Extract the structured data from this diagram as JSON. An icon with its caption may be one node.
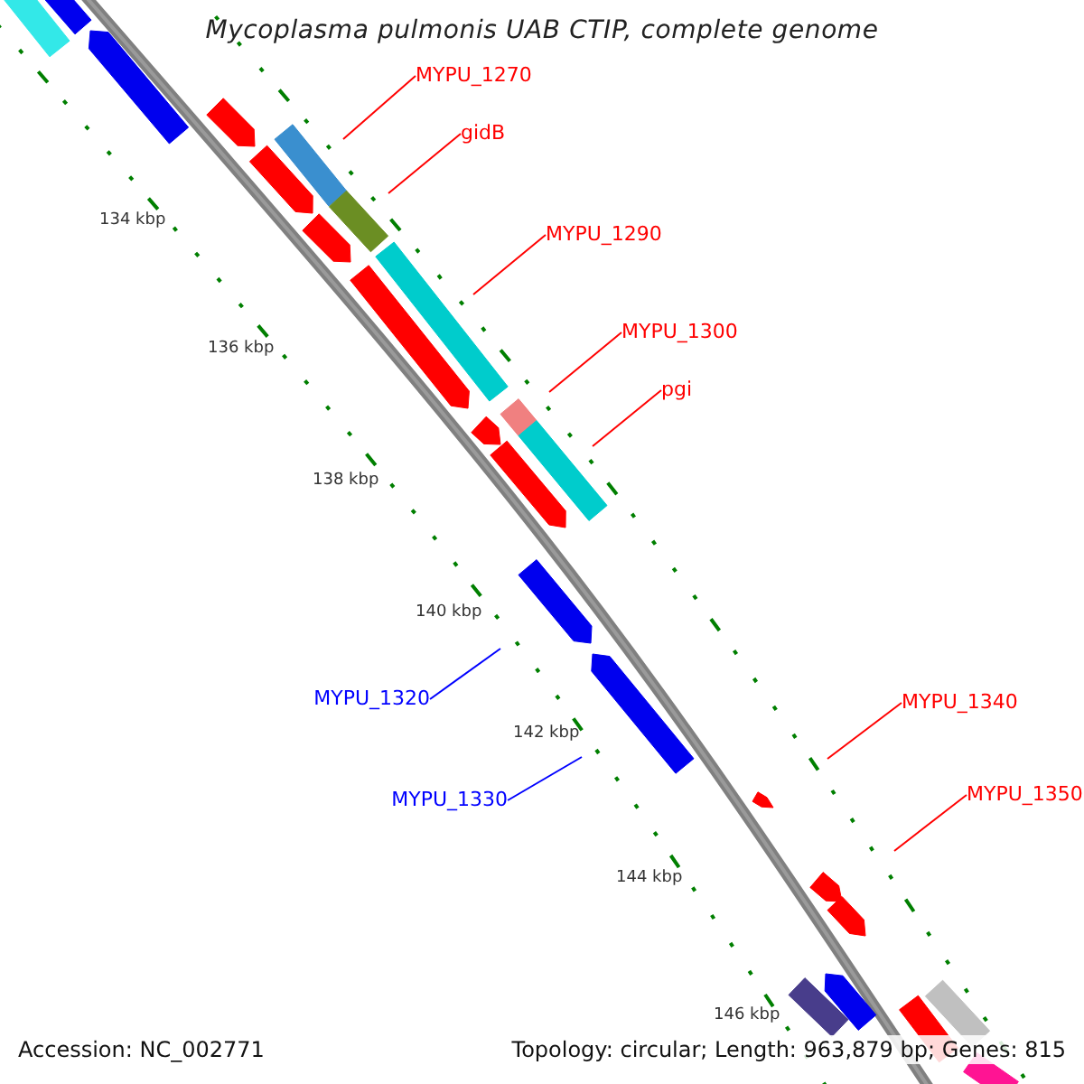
{
  "diagram": {
    "title": "Mycoplasma pulmonis UAB CTIP, complete genome",
    "nodes": [
      {
        "text": [
          "MYPU_1270"
        ]
      },
      {
        "text": [
          "gidB"
        ]
      },
      {
        "text": [
          "MYPU_1290"
        ]
      },
      {
        "text": [
          "MYPU_1300"
        ]
      },
      {
        "text": [
          "pgi"
        ]
      },
      {
        "text": [
          "MYPU_1320"
        ]
      },
      {
        "text": [
          "MYPU_1330"
        ]
      },
      {
        "text": [
          "MYPU_1340"
        ]
      },
      {
        "text": [
          "MYPU_1350"
        ]
      }
    ],
    "edges": [
      {
        "from": 0,
        "to": null,
        "arrow": "none"
      },
      {
        "from": 1,
        "to": null,
        "arrow": "none"
      },
      {
        "from": 2,
        "to": null,
        "arrow": "none"
      },
      {
        "from": 3,
        "to": null,
        "arrow": "none"
      },
      {
        "from": 4,
        "to": null,
        "arrow": "none"
      },
      {
        "from": 5,
        "to": null,
        "arrow": "none",
        "color": "#0000ff"
      },
      {
        "from": 6,
        "to": null,
        "arrow": "none",
        "color": "#0000ff"
      },
      {
        "from": 7,
        "to": null,
        "arrow": "none"
      },
      {
        "from": 8,
        "to": null,
        "arrow": "none"
      }
    ],
    "labels": [
      "134 kbp",
      "136 kbp",
      "138 kbp",
      "140 kbp",
      "142 kbp",
      "144 kbp",
      "146 kbp",
      "Accession: NC_002771",
      "Topology: circular; Length: 963,879 bp; Genes: 815"
    ]
  }
}
